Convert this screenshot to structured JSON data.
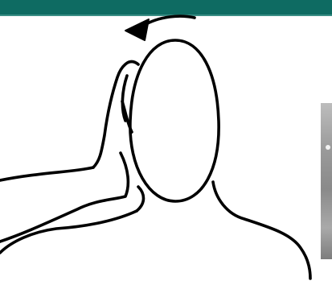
{
  "header": {
    "bar_color": "#0e6b62"
  },
  "illustration": {
    "line_color": "#000000",
    "background": "#ffffff",
    "figures": [
      "head",
      "shoulders",
      "hand-on-head",
      "arm",
      "rotation-arrow"
    ]
  },
  "side_photo": {
    "tone": "gray"
  }
}
